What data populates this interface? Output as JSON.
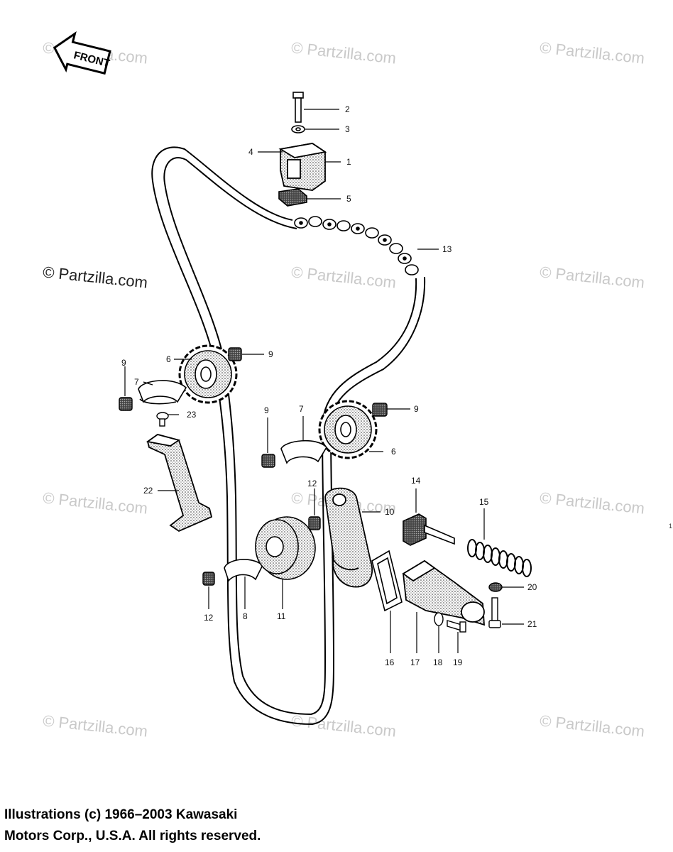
{
  "front_badge": "FRONT",
  "watermark_text": "© Partzilla.com",
  "copyright_line1": "Illustrations (c) 1966–2003 Kawasaki",
  "copyright_line2": "Motors Corp., U.S.A.  All rights reserved.",
  "stray_mark": "1",
  "callouts": {
    "c1": "1",
    "c2": "2",
    "c3": "3",
    "c4": "4",
    "c5": "5",
    "c6a": "6",
    "c6b": "6",
    "c7a": "7",
    "c7b": "7",
    "c8": "8",
    "c9a": "9",
    "c9b": "9",
    "c9c": "9",
    "c9d": "9",
    "c10": "10",
    "c11": "11",
    "c12a": "12",
    "c12b": "12",
    "c13": "13",
    "c14": "14",
    "c15": "15",
    "c16": "16",
    "c17": "17",
    "c18": "18",
    "c19": "19",
    "c20": "20",
    "c21": "21",
    "c22": "22",
    "c23": "23"
  }
}
